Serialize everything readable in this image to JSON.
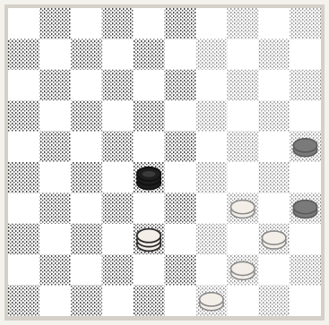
{
  "game": "checkers",
  "board": {
    "rows": 10,
    "columns": 10,
    "light_square_color": "#ffffff",
    "dark_square_pattern": "stippled",
    "dark_square_color": "#4a4a4a"
  },
  "pieces": [
    {
      "row": 5,
      "col": 4,
      "color": "black",
      "type": "king"
    },
    {
      "row": 7,
      "col": 4,
      "color": "white",
      "type": "king"
    },
    {
      "row": 4,
      "col": 9,
      "color": "black",
      "type": "man"
    },
    {
      "row": 6,
      "col": 7,
      "color": "white",
      "type": "man"
    },
    {
      "row": 6,
      "col": 9,
      "color": "black",
      "type": "man"
    },
    {
      "row": 7,
      "col": 8,
      "color": "white",
      "type": "man"
    },
    {
      "row": 8,
      "col": 7,
      "color": "white",
      "type": "man"
    },
    {
      "row": 9,
      "col": 6,
      "color": "white",
      "type": "man"
    }
  ],
  "colors": {
    "black_piece_fill": "#1e1e1e",
    "black_piece_stroke": "#101010",
    "white_piece_fill": "#f3efe8",
    "white_piece_stroke": "#2a2a2a",
    "faded_piece_stroke": "#8a8a8a",
    "faded_black_fill": "#7a7a7a"
  }
}
